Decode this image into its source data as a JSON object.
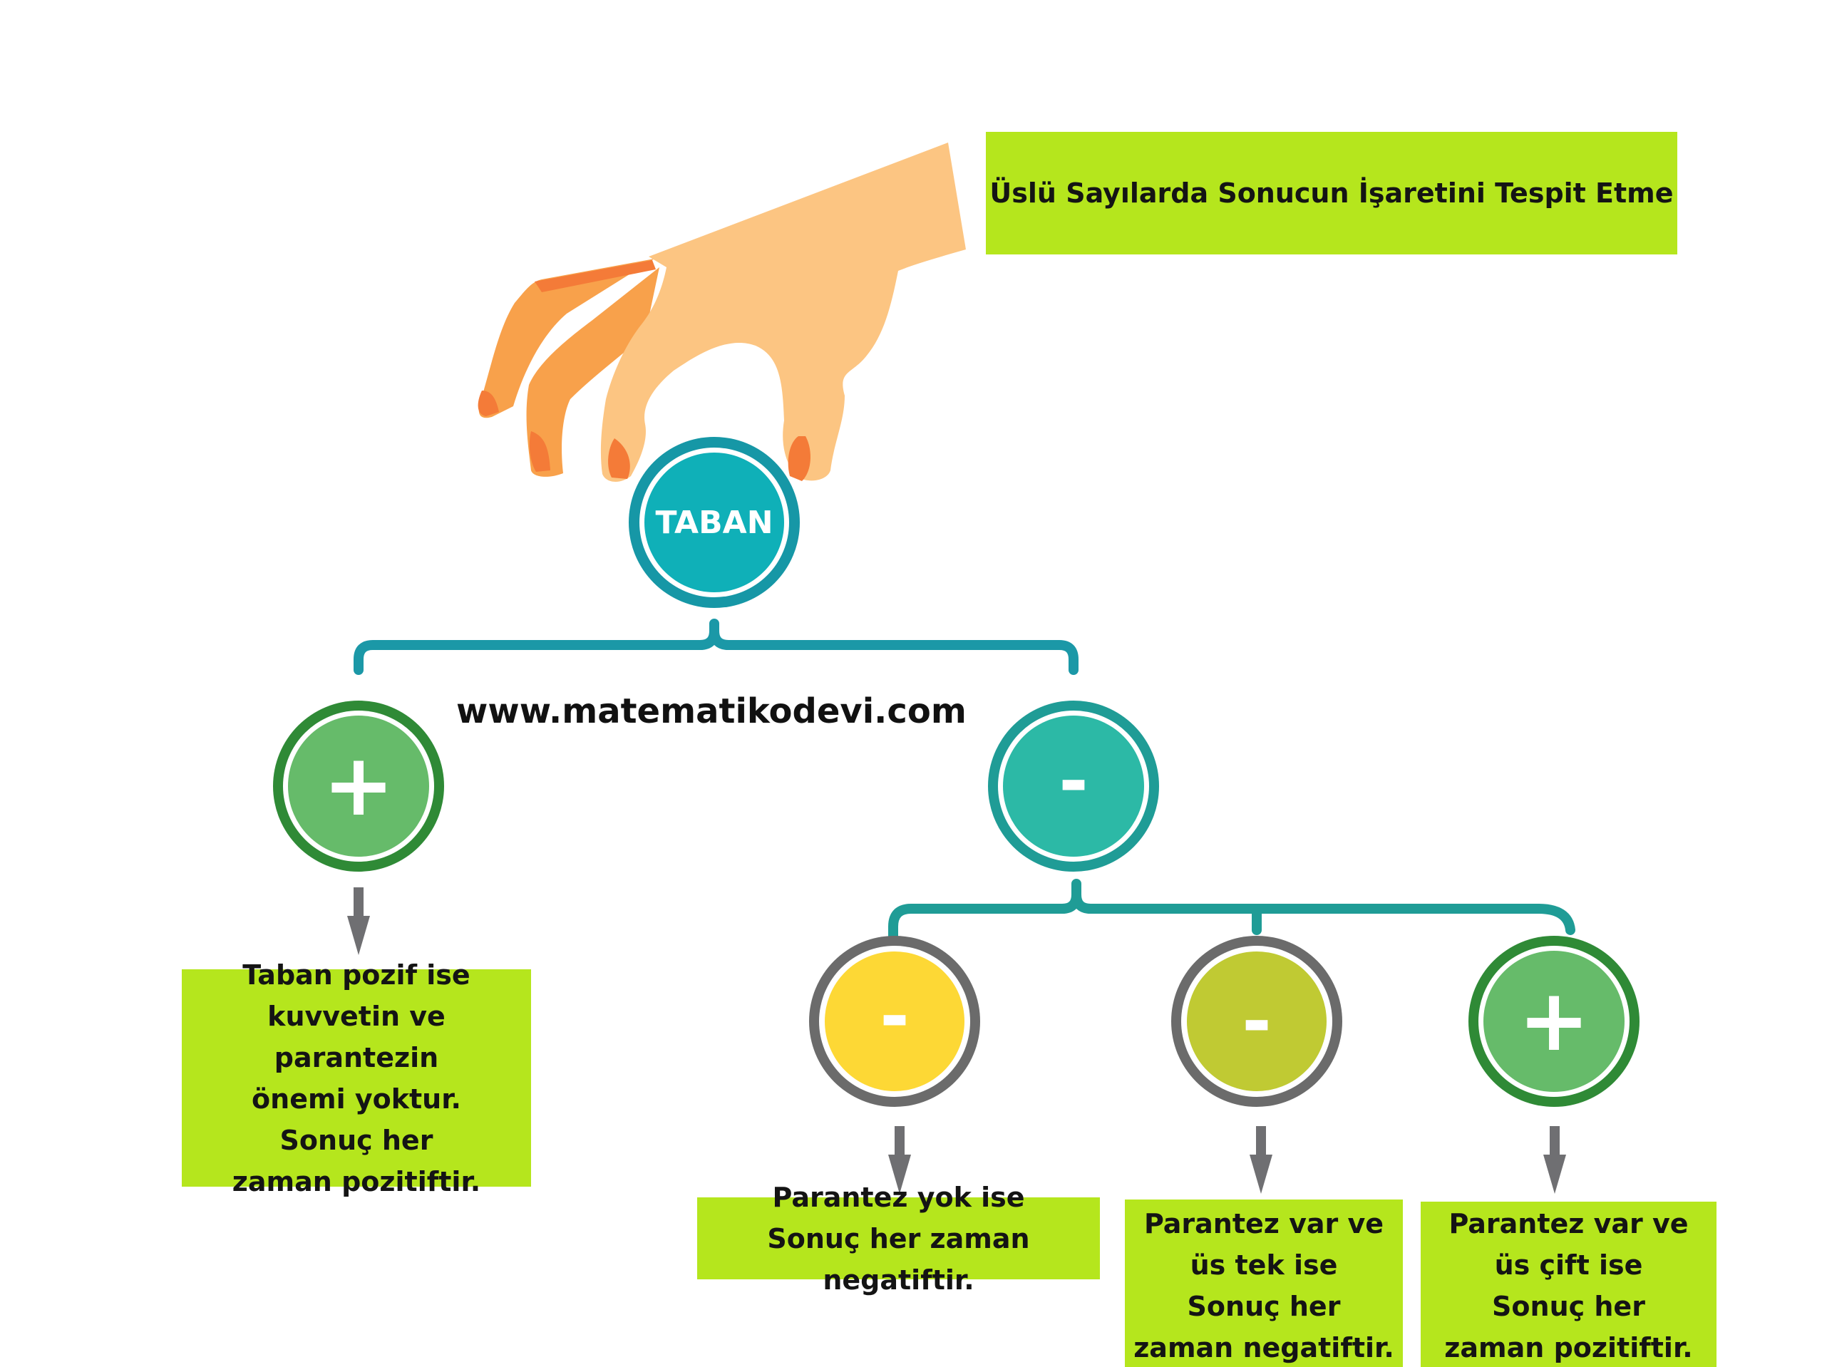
{
  "title": "Üslü Sayılarda Sonucun İşaretini Tespit Etme",
  "root": {
    "label": "TABAN"
  },
  "url": "www.matematikodevi.com",
  "branches": {
    "positive": {
      "sign": "+",
      "text": "Taban pozif ise\nkuvvetin ve parantezin\nönemi yoktur.\nSonuç her\nzaman pozitiftir."
    },
    "negative": {
      "sign": "-",
      "children": [
        {
          "sign": "-",
          "text": "Parantez yok ise\nSonuç her zaman negatiftir."
        },
        {
          "sign": "-",
          "text": "Parantez  var ve\nüs tek ise\nSonuç her\nzaman negatiftir."
        },
        {
          "sign": "+",
          "text": "Parantez  var ve\nüs çift ise\nSonuç her\nzaman pozitiftir."
        }
      ]
    }
  },
  "colors": {
    "teal_dark": "#1697a6",
    "teal_fill": "#0fb0b8",
    "green_dark": "#2f8a36",
    "green_fill": "#66bb6a",
    "teal2_dark": "#1f9c96",
    "teal2_fill": "#2cb9a6",
    "grey_ring": "#6b6b6b",
    "yellow_fill": "#fdd835",
    "olive_fill": "#c0ca33",
    "lime_box": "#b5e61d",
    "arrow_grey": "#6f6f72",
    "hand_light": "#fcc582",
    "hand_dark": "#f8a14b",
    "nail": "#f47b38"
  }
}
